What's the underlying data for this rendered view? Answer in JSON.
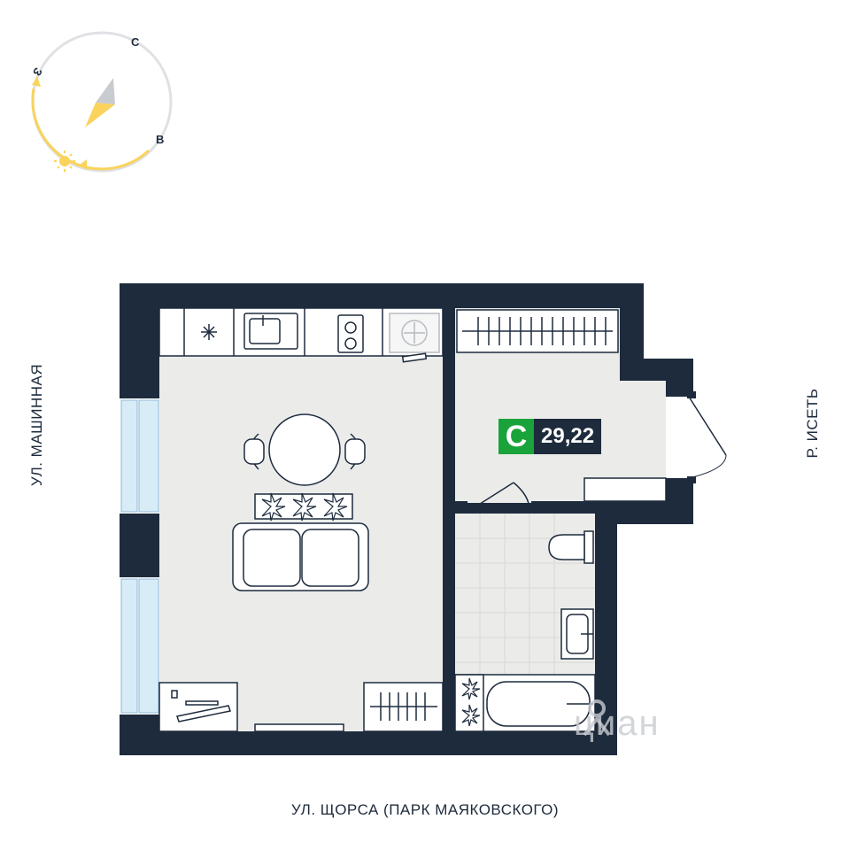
{
  "compass": {
    "north": "С",
    "east": "В",
    "west": "З",
    "sun_color": "#f9d35c",
    "ring_color": "#dfe1e4"
  },
  "streets": {
    "left": "УЛ. МАШИННАЯ",
    "right": "Р. ИСЕТЬ",
    "bottom": "УЛ. ЩОРСА (ПАРК МАЯКОВСКОГО)"
  },
  "apartment": {
    "type": "С",
    "area": "29,22"
  },
  "watermark": "циан",
  "colors": {
    "wall": "#1d2b3d",
    "floor": "#ebecea",
    "window": "#d8ecf8",
    "accent": "#1aa33a"
  }
}
